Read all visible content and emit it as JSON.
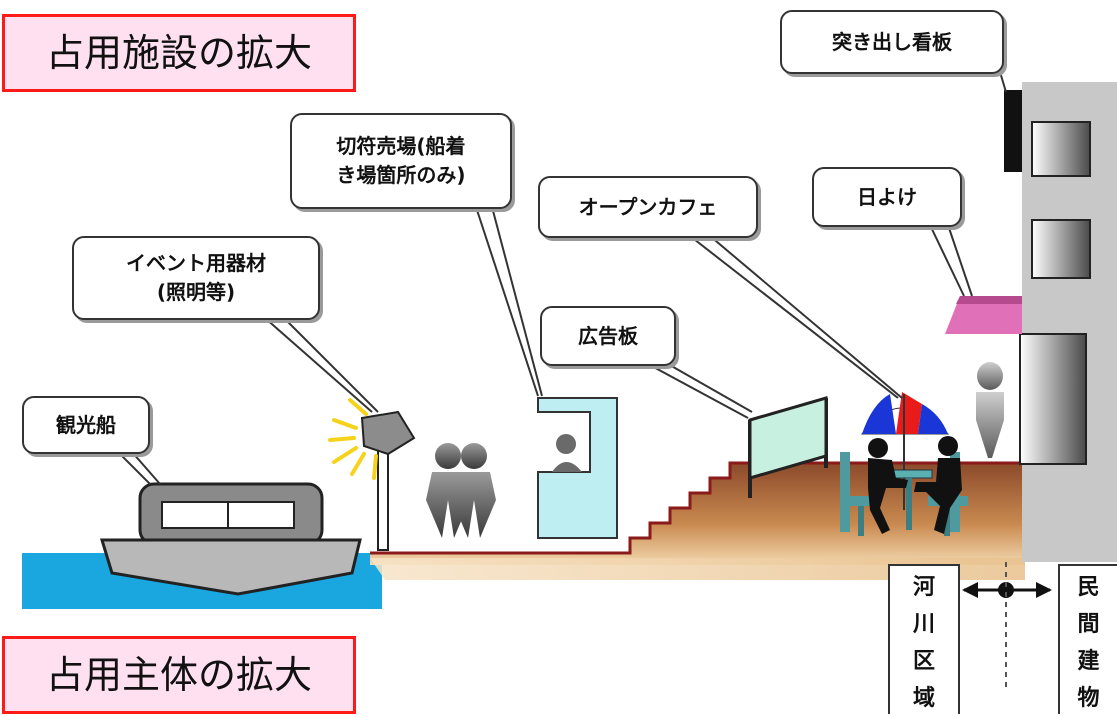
{
  "titles": {
    "top": "占用施設の拡大",
    "bottom": "占用主体の拡大"
  },
  "callouts": {
    "protruding_sign": "突き出し看板",
    "ticket_booth": [
      "切符売場(船着",
      "き場箇所のみ)"
    ],
    "open_cafe": "オープンカフェ",
    "awning": "日よけ",
    "event_equipment": [
      "イベント用器材",
      "(照明等)"
    ],
    "billboard": "広告板",
    "sightseeing_boat": "観光船"
  },
  "zones": {
    "river_area": [
      "河",
      "川",
      "区",
      "域"
    ],
    "private_building": [
      "民",
      "間",
      "建",
      "物"
    ]
  },
  "colors": {
    "title_border": "#ff1a1a",
    "title_fill": "#ffe0f0",
    "water": "#1aa7e0",
    "ground": "#c98a50",
    "building": "#c8c8c8",
    "awning": "#e070b8",
    "billboard": "#c8f0e0",
    "booth": "#bfeef2"
  }
}
